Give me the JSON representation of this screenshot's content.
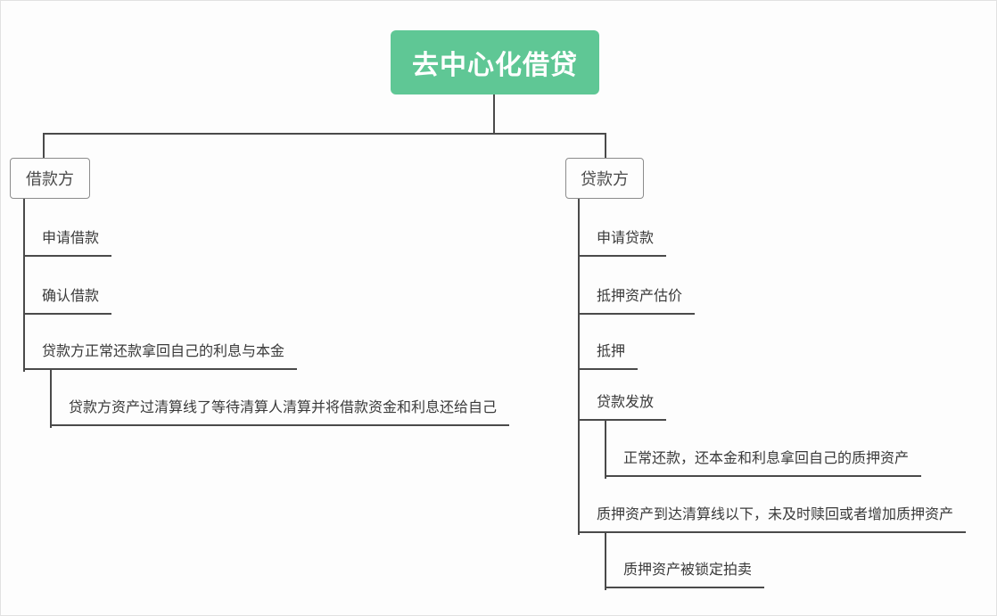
{
  "app": "mindmap-canvas",
  "colors": {
    "root_bg": "#5fc795",
    "root_text": "#ffffff",
    "branch_line": "#4a4a4a",
    "branch_border": "#8c8c8c",
    "topic_text": "#3a3a3a",
    "canvas_bg": "#fdfdfd"
  },
  "root": {
    "label": "去中心化借贷"
  },
  "branches": [
    {
      "label": "借款方",
      "children": [
        {
          "label": "申请借款"
        },
        {
          "label": "确认借款"
        },
        {
          "label": "贷款方正常还款拿回自己的利息与本金",
          "children": [
            {
              "label": "贷款方资产过清算线了等待清算人清算并将借款资金和利息还给自己"
            }
          ]
        }
      ]
    },
    {
      "label": "贷款方",
      "children": [
        {
          "label": "申请贷款"
        },
        {
          "label": "抵押资产估价"
        },
        {
          "label": "抵押"
        },
        {
          "label": "贷款发放",
          "children": [
            {
              "label": "正常还款，还本金和利息拿回自己的质押资产"
            }
          ]
        },
        {
          "label": "质押资产到达清算线以下，未及时赎回或者增加质押资产",
          "children": [
            {
              "label": "质押资产被锁定拍卖"
            }
          ]
        }
      ]
    }
  ]
}
